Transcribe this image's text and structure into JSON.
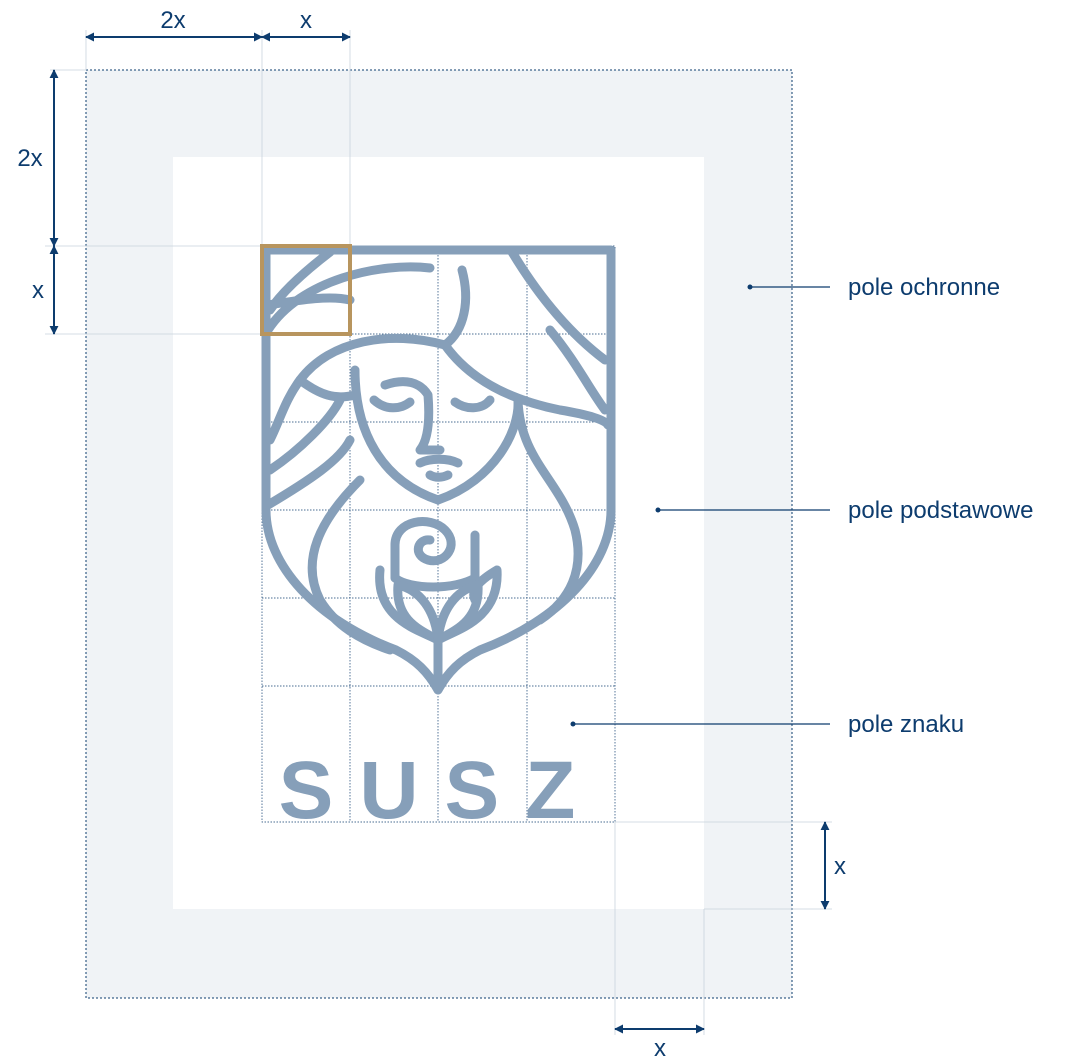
{
  "dimensions": {
    "top_left_2x": "2x",
    "top_x": "x",
    "left_2x": "2x",
    "left_x": "x",
    "right_x": "x",
    "bottom_x": "x"
  },
  "callouts": {
    "protective_field": "pole ochronne",
    "base_field": "pole podstawowe",
    "sign_field": "pole znaku"
  },
  "logo": {
    "wordmark": "SUSZ"
  },
  "colors": {
    "dark_blue": "#0d3c6e",
    "logo_blue": "#869fb9",
    "gold": "#b8955e",
    "protective_fill": "#f0f3f6",
    "white": "#ffffff"
  }
}
